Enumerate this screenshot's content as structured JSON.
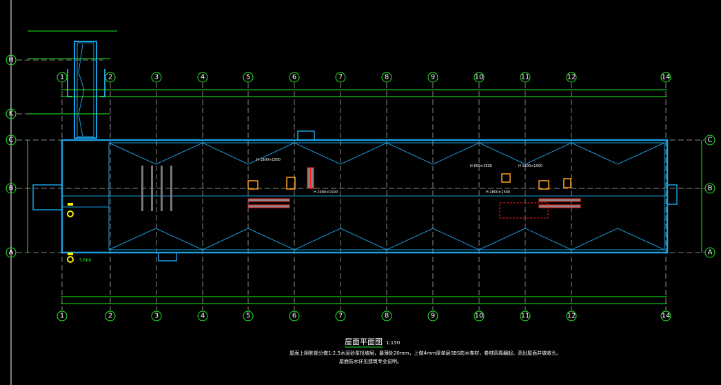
{
  "drawing": {
    "title": "屋面平面图",
    "scale": "1:150",
    "notes": [
      "屋面上阴影部分做1:2.5水泥砂浆找坡层，最薄处20mm，上做4mm厚单层SBS防水卷材，卷材四周翻起，高出屋面并做收头。",
      "屋面防水详见建筑专业说明。"
    ],
    "elevation_label": "5.600"
  },
  "grid": {
    "columns": [
      "1",
      "2",
      "3",
      "4",
      "5",
      "6",
      "7",
      "8",
      "9",
      "10",
      "11",
      "12",
      "14"
    ],
    "rows": [
      "C",
      "B",
      "A"
    ],
    "stair_rows": [
      "H",
      "K"
    ]
  },
  "annotations": [
    {
      "text": "H 1800×1500"
    },
    {
      "text": "H 2000×1500"
    },
    {
      "text": "H 600×1500"
    },
    {
      "text": "H 1800×1500"
    },
    {
      "text": "H 1800×1500"
    }
  ],
  "colors": {
    "grid": "#22ee22",
    "wall": "#1a9fe0",
    "red": "#ff2020",
    "orange": "#ffa020",
    "yellow": "#ffee00",
    "axis": "#888888"
  }
}
